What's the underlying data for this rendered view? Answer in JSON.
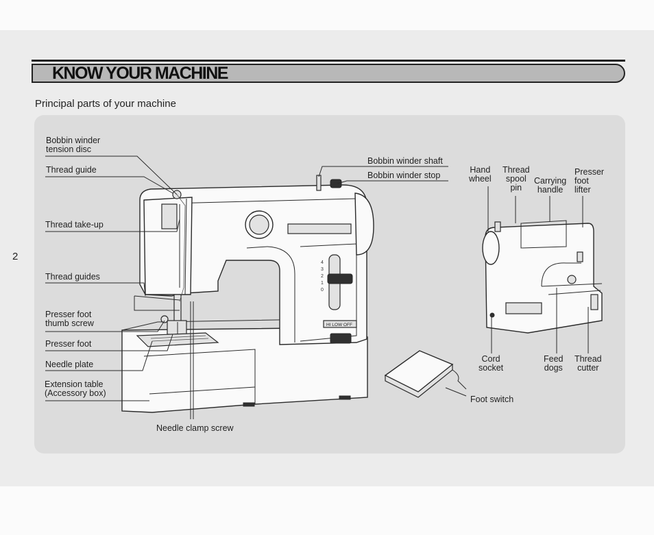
{
  "page": {
    "title": "KNOW YOUR MACHINE",
    "subtitle": "Principal parts of your machine",
    "number": "2"
  },
  "labels": {
    "bobbin_winder_tension_disc": "Bobbin winder\ntension disc",
    "thread_guide": "Thread guide",
    "thread_take_up": "Thread take-up",
    "thread_guides": "Thread guides",
    "presser_foot_thumb_screw": "Presser foot\nthumb screw",
    "presser_foot": "Presser foot",
    "needle_plate": "Needle plate",
    "extension_table": "Extension table\n(Accessory box)",
    "needle_clamp_screw": "Needle clamp screw",
    "bobbin_winder_shaft": "Bobbin winder shaft",
    "bobbin_winder_stop": "Bobbin winder stop",
    "hand_wheel": "Hand\nwheel",
    "thread_spool_pin": "Thread\nspool\npin",
    "carrying_handle": "Carrying\nhandle",
    "presser_foot_lifter": "Presser\nfoot\nlifter",
    "cord_socket": "Cord\nsocket",
    "feed_dogs": "Feed\ndogs",
    "thread_cutter": "Thread\ncutter",
    "foot_switch": "Foot switch"
  },
  "machine_markings": {
    "speed_switch": "HI LOW OFF",
    "stitch_scale": [
      "4",
      "3",
      "2",
      "1",
      "0"
    ]
  }
}
